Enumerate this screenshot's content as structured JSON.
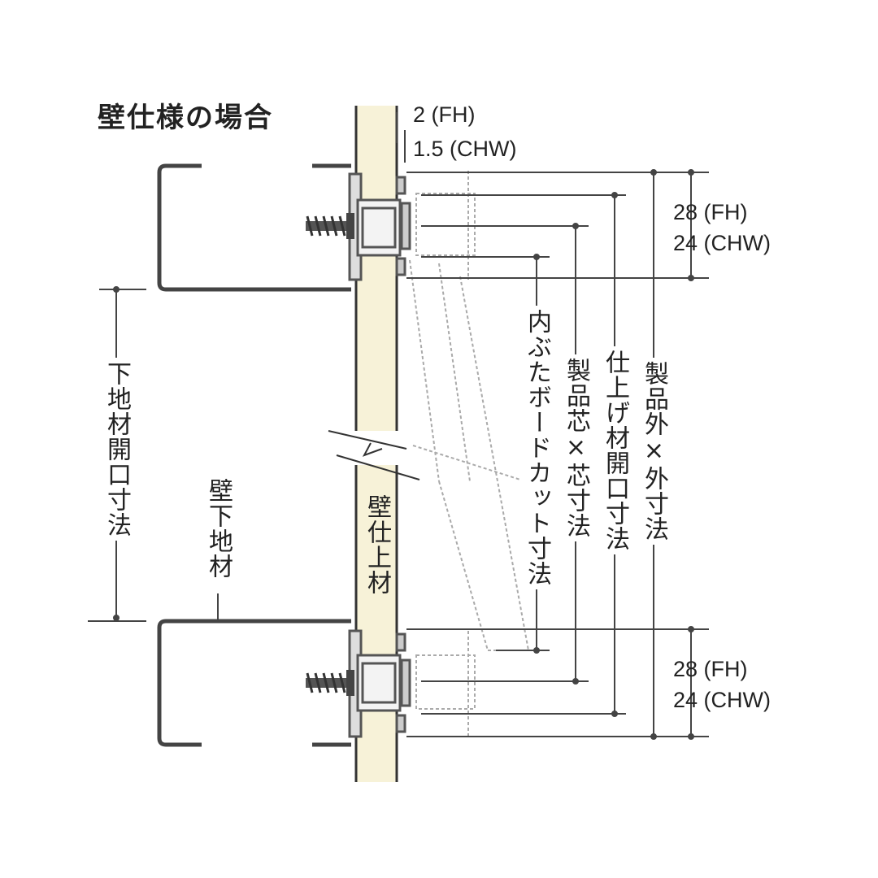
{
  "title": "壁仕様の場合",
  "dims": {
    "gap_fh": "2 (FH)",
    "gap_chw": "1.5 (CHW)",
    "top_fh": "28 (FH)",
    "top_chw": "24 (CHW)",
    "bottom_fh": "28 (FH)",
    "bottom_chw": "24 (CHW)"
  },
  "labels": {
    "substrate_opening": "下地材開口寸法",
    "wall_substrate": "壁下地材",
    "wall_finish": "壁仕上材",
    "inner_board_cut": "内ぶたボードカット寸法",
    "core_to_core": "製品芯×芯寸法",
    "finish_opening": "仕上げ材開口寸法",
    "outer_to_outer": "製品外×外寸法"
  },
  "colors": {
    "finish_material": "#f7f2d8",
    "line": "#333333",
    "dashed": "#999999"
  }
}
